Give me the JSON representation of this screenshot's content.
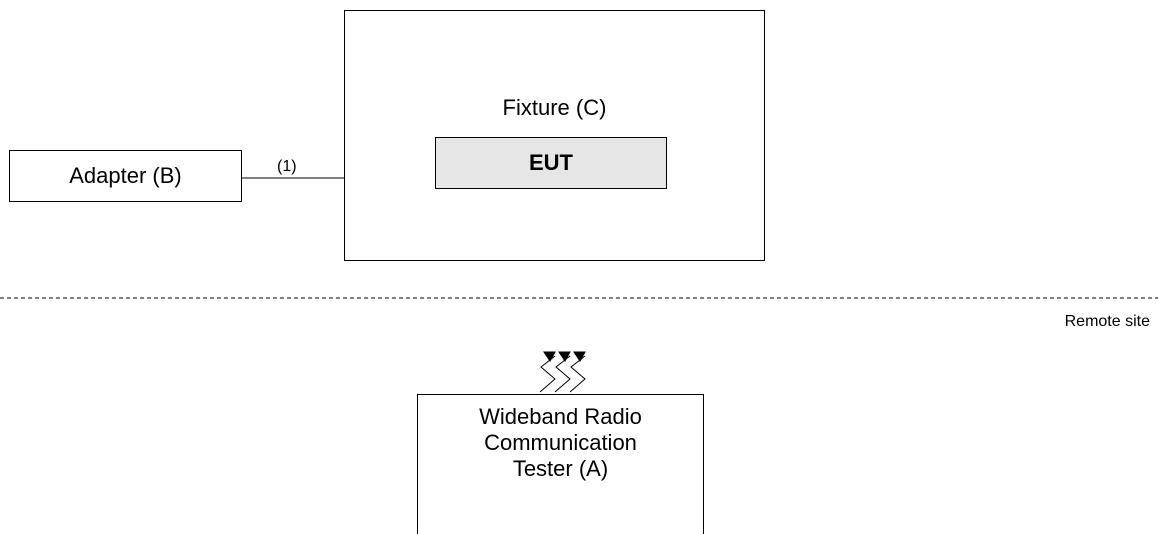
{
  "fixture": {
    "label": "Fixture (C)"
  },
  "eut": {
    "label": "EUT"
  },
  "adapter": {
    "label": "Adapter (B)"
  },
  "link": {
    "label": "(1)"
  },
  "remote": {
    "label": "Remote site"
  },
  "tester": {
    "lines": [
      "Wideband Radio",
      "Communication",
      "Tester (A)"
    ]
  }
}
